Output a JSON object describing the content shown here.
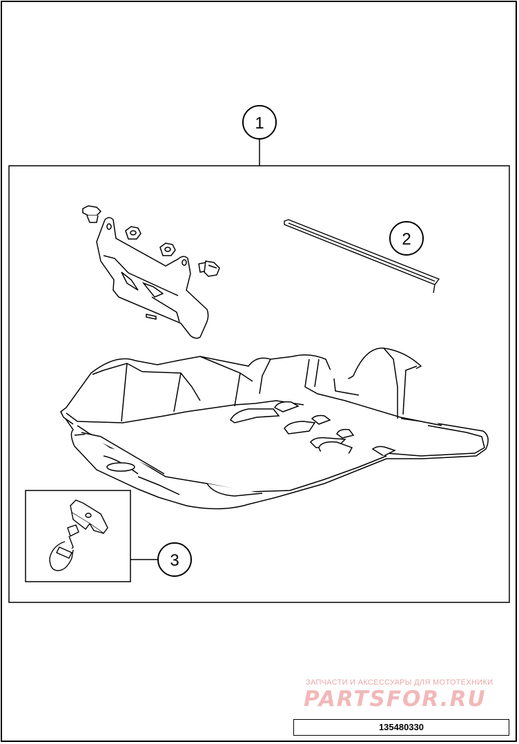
{
  "callouts": [
    {
      "number": "1"
    },
    {
      "number": "2"
    },
    {
      "number": "3"
    }
  ],
  "watermark": {
    "tagline": "ЗАПЧАСТИ И АКСЕССУАРЫ ДЛЯ МОТОТЕХНИКИ",
    "logo": "PARTSFOR.RU",
    "color": "#e9a6a6"
  },
  "diagram_code": "135480330"
}
